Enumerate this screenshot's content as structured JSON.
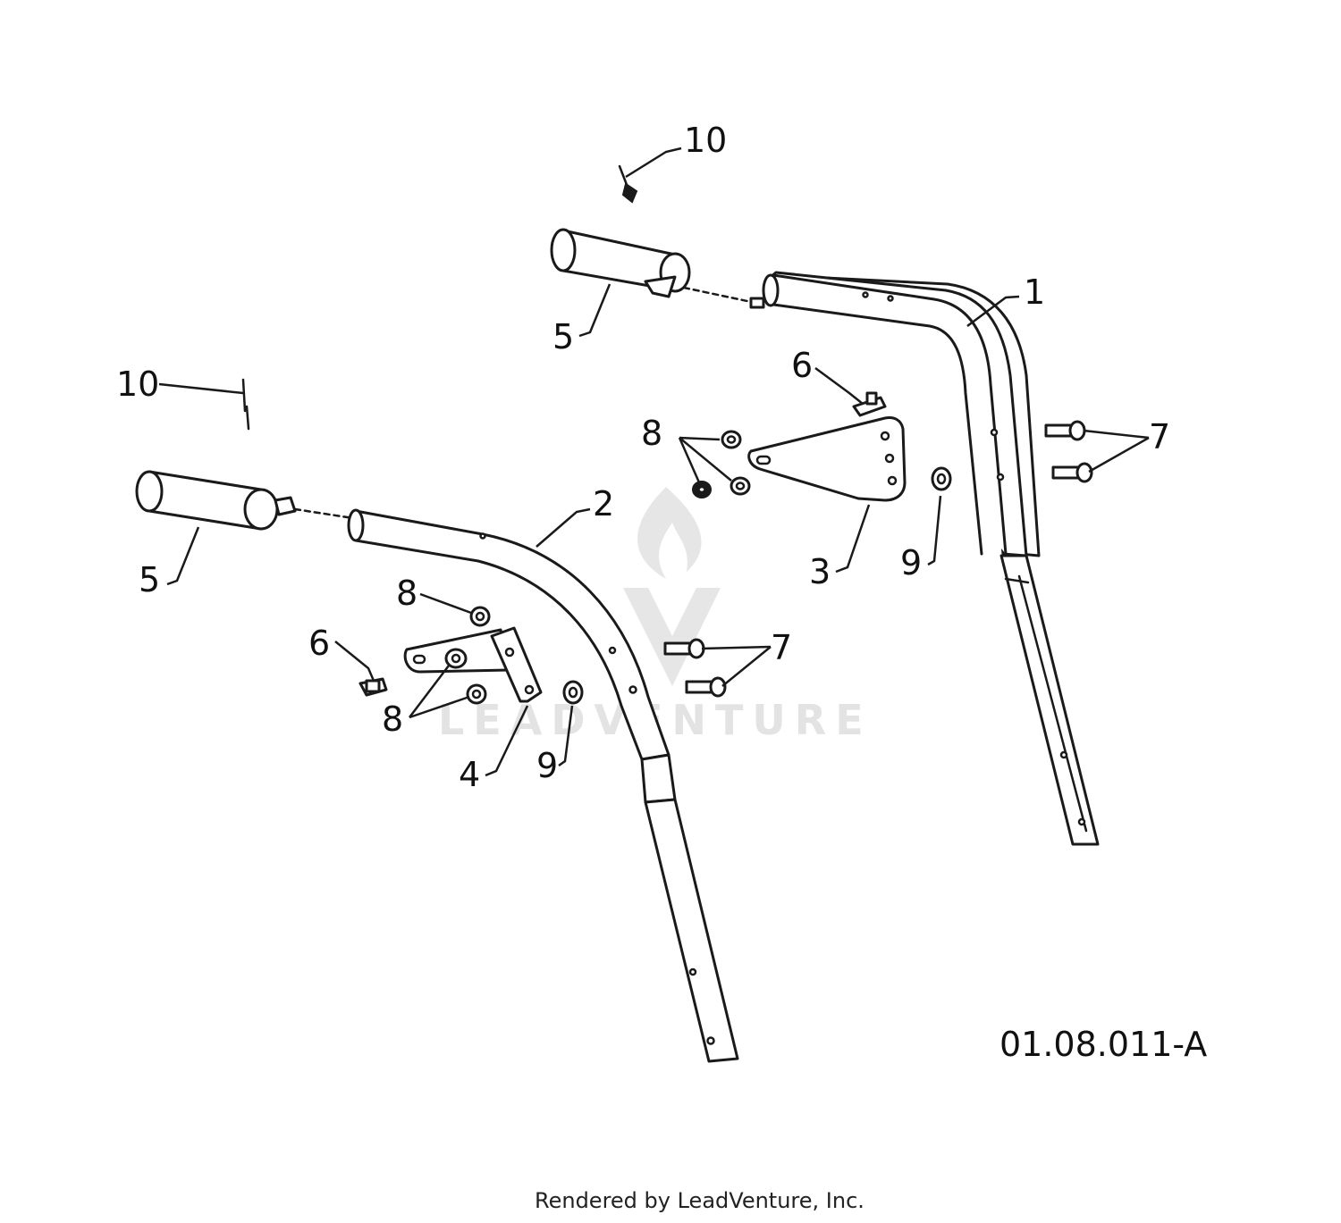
{
  "diagram": {
    "part_callouts": {
      "part_1": "1",
      "part_2": "2",
      "part_3": "3",
      "part_4": "4",
      "part_5_upper": "5",
      "part_5_lower": "5",
      "part_6_upper": "6",
      "part_6_lower": "6",
      "part_7_upper": "7",
      "part_7_lower": "7",
      "part_8_upper": "8",
      "part_8_lower_top": "8",
      "part_8_lower_bottom": "8",
      "part_9_upper": "9",
      "part_9_lower": "9",
      "part_10_upper": "10",
      "part_10_lower": "10"
    },
    "drawing_code": "01.08.011-A",
    "watermark": "LEADVENTURE",
    "footer": "Rendered by LeadVenture, Inc."
  },
  "colors": {
    "line": "#1a1a1a",
    "watermark": "#e3e3e3",
    "background": "#ffffff"
  },
  "icons": {
    "watermark_logo": "flame-v-logo"
  }
}
